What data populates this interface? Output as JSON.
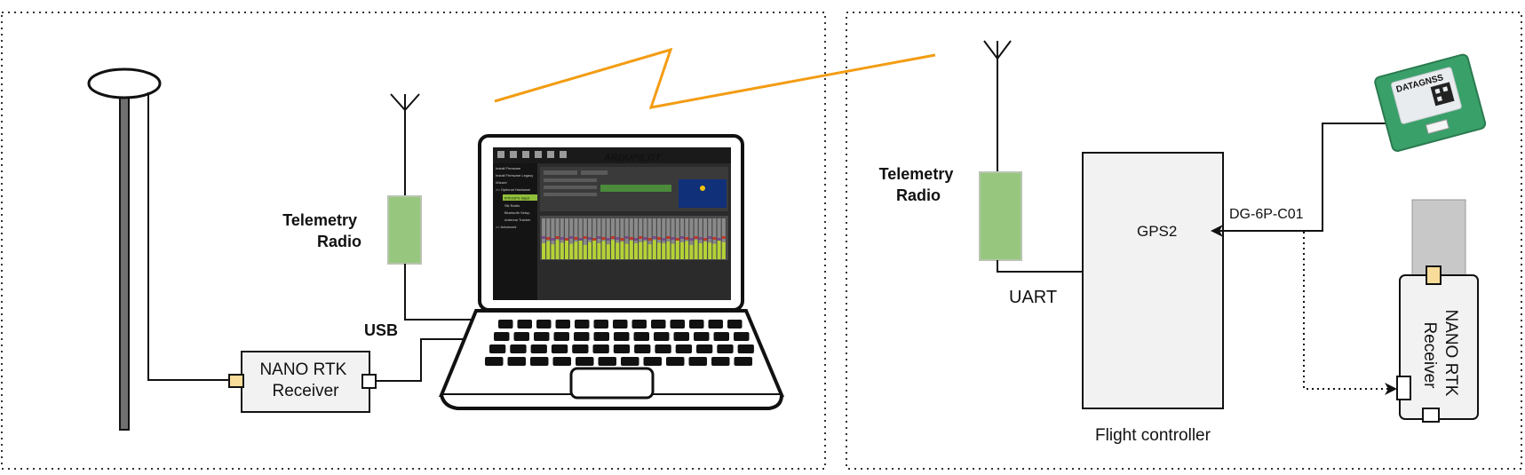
{
  "labels": {
    "telemetry_left": [
      "Telemetry",
      "Radio"
    ],
    "telemetry_right": [
      "Telemetry",
      "Radio"
    ],
    "usb": "USB",
    "nano_left": [
      "NANO RTK",
      "Receiver"
    ],
    "nano_right": [
      "NANO RTK",
      "Receiver"
    ],
    "uart": "UART",
    "gps2": "GPS2",
    "cable": "DG-6P-C01",
    "flight_controller": "Flight controller",
    "module_brand": "DATAGNSS"
  },
  "laptop_screen": {
    "logo": "ARDUPILOT",
    "menu": [
      "Install Firmware",
      "Install Firmware Legacy",
      "Wizard",
      ">> Optional Hardware",
      "RTK/GPS Inject",
      "Sik Radio",
      "Bluetooth Setup",
      "Antenna Tracker",
      ">> Advanced"
    ]
  },
  "colors": {
    "wireless_link": "#f39c12",
    "telemetry_module": "#97c77f",
    "connector_yellow": "#f7dc9a",
    "box_fill": "#f2f2f2",
    "pcb_green": "#3aa06a",
    "screen_dark": "#2b2b2b",
    "screen_chart": "#b5d236"
  }
}
